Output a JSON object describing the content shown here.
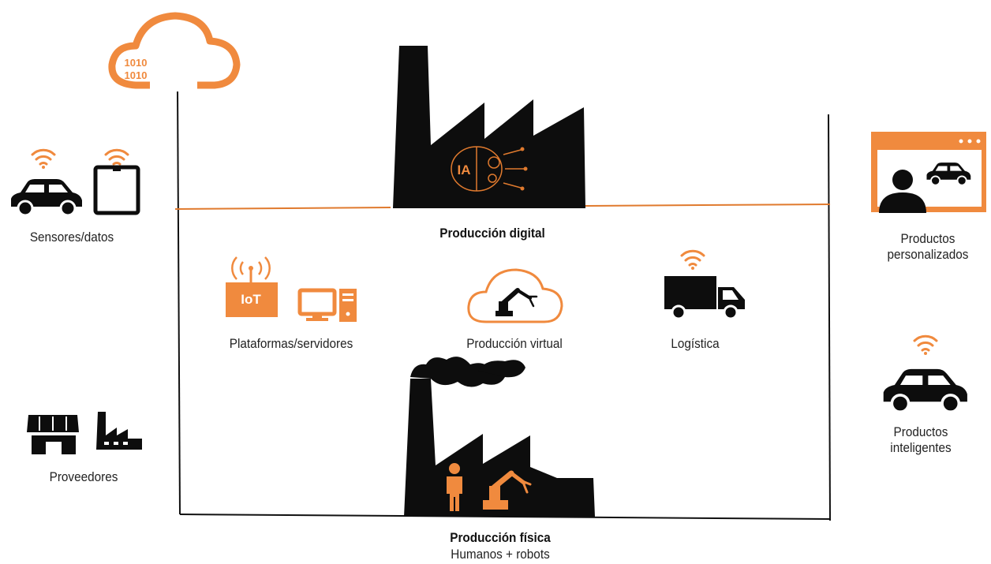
{
  "colors": {
    "accent": "#f08a3e",
    "dark": "#0d0d0d",
    "line": "#e07a2e"
  },
  "cloud_icon": {
    "icon": "cloud-binary-icon",
    "bits_line1": "1010",
    "bits_line2": "1010"
  },
  "digital_factory": {
    "icon": "factory-ai-brain-icon",
    "badge": "IA",
    "title": "Producción digital"
  },
  "physical_factory": {
    "icon": "factory-smoke-icon",
    "title": "Producción física",
    "subtitle": "Humanos + robots"
  },
  "left": {
    "sensors": {
      "label": "Sensores/datos",
      "icons": [
        "car-wifi-icon",
        "tablet-wifi-icon"
      ]
    },
    "suppliers": {
      "label": "Proveedores",
      "icons": [
        "store-icon",
        "factory-small-icon"
      ]
    }
  },
  "center": {
    "platforms": {
      "label": "Plataformas/servidores",
      "iot_badge": "IoT",
      "icons": [
        "iot-antenna-icon",
        "computer-icon"
      ]
    },
    "virtual": {
      "label": "Producción virtual",
      "icons": [
        "cloud-robot-arm-icon"
      ]
    },
    "logistics": {
      "label": "Logística",
      "icons": [
        "truck-wifi-icon"
      ]
    }
  },
  "right": {
    "custom": {
      "label_line1": "Productos",
      "label_line2": "personalizados",
      "icons": [
        "screen-person-car-icon"
      ]
    },
    "smart": {
      "label_line1": "Productos",
      "label_line2": "inteligentes",
      "icons": [
        "car-wifi-icon"
      ]
    }
  }
}
